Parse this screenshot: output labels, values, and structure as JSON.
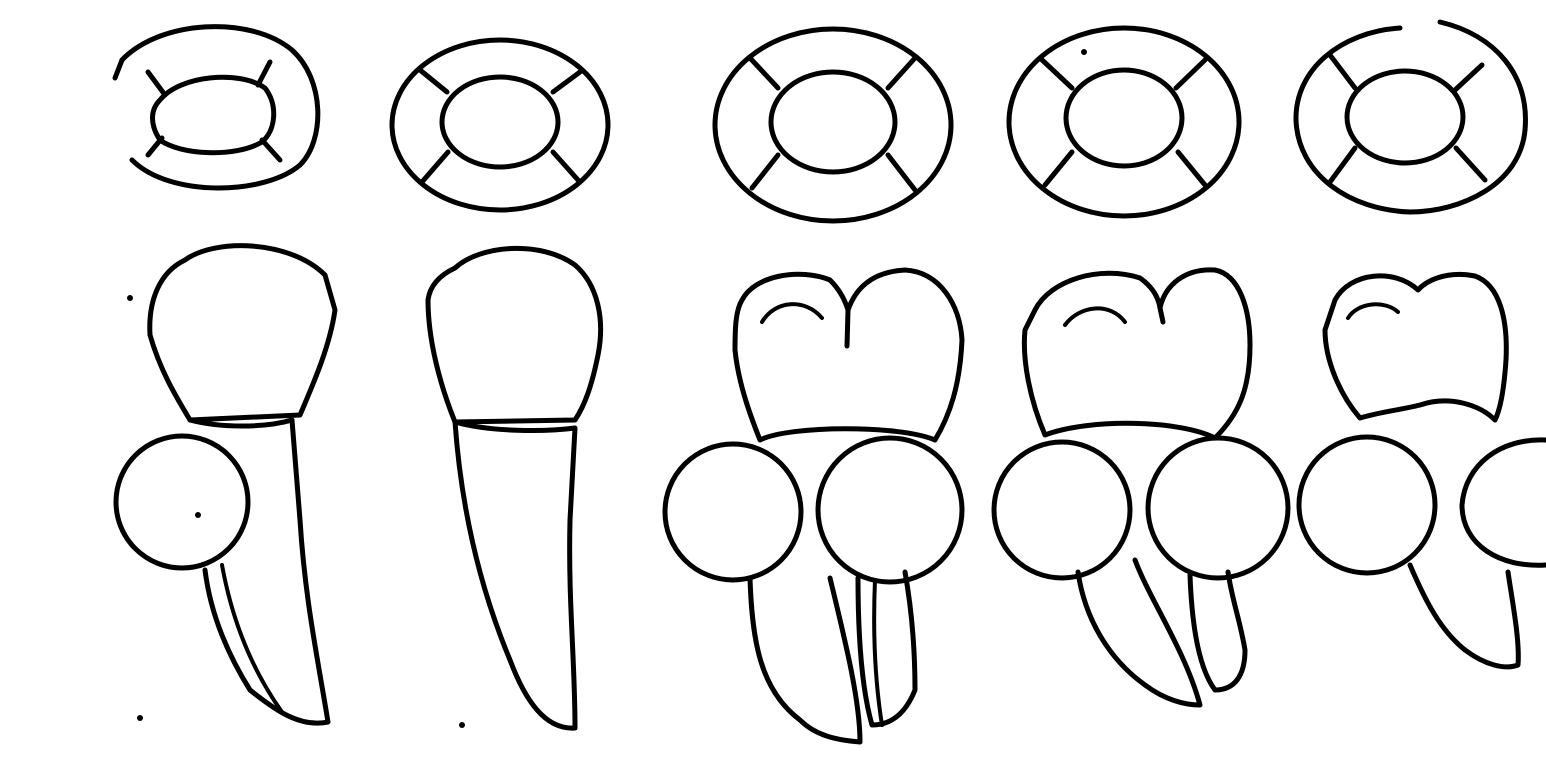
{
  "figure": {
    "line_color": "#000000",
    "background_color": "#ffffff",
    "teeth": [
      {
        "id": "tooth-1",
        "form": "single-root",
        "marker_circles": 1
      },
      {
        "id": "tooth-2",
        "form": "single-root",
        "marker_circles": 0
      },
      {
        "id": "tooth-3",
        "form": "two-root",
        "marker_circles": 2
      },
      {
        "id": "tooth-4",
        "form": "two-root",
        "marker_circles": 2
      },
      {
        "id": "tooth-5",
        "form": "two-root",
        "marker_circles": 2
      }
    ]
  }
}
